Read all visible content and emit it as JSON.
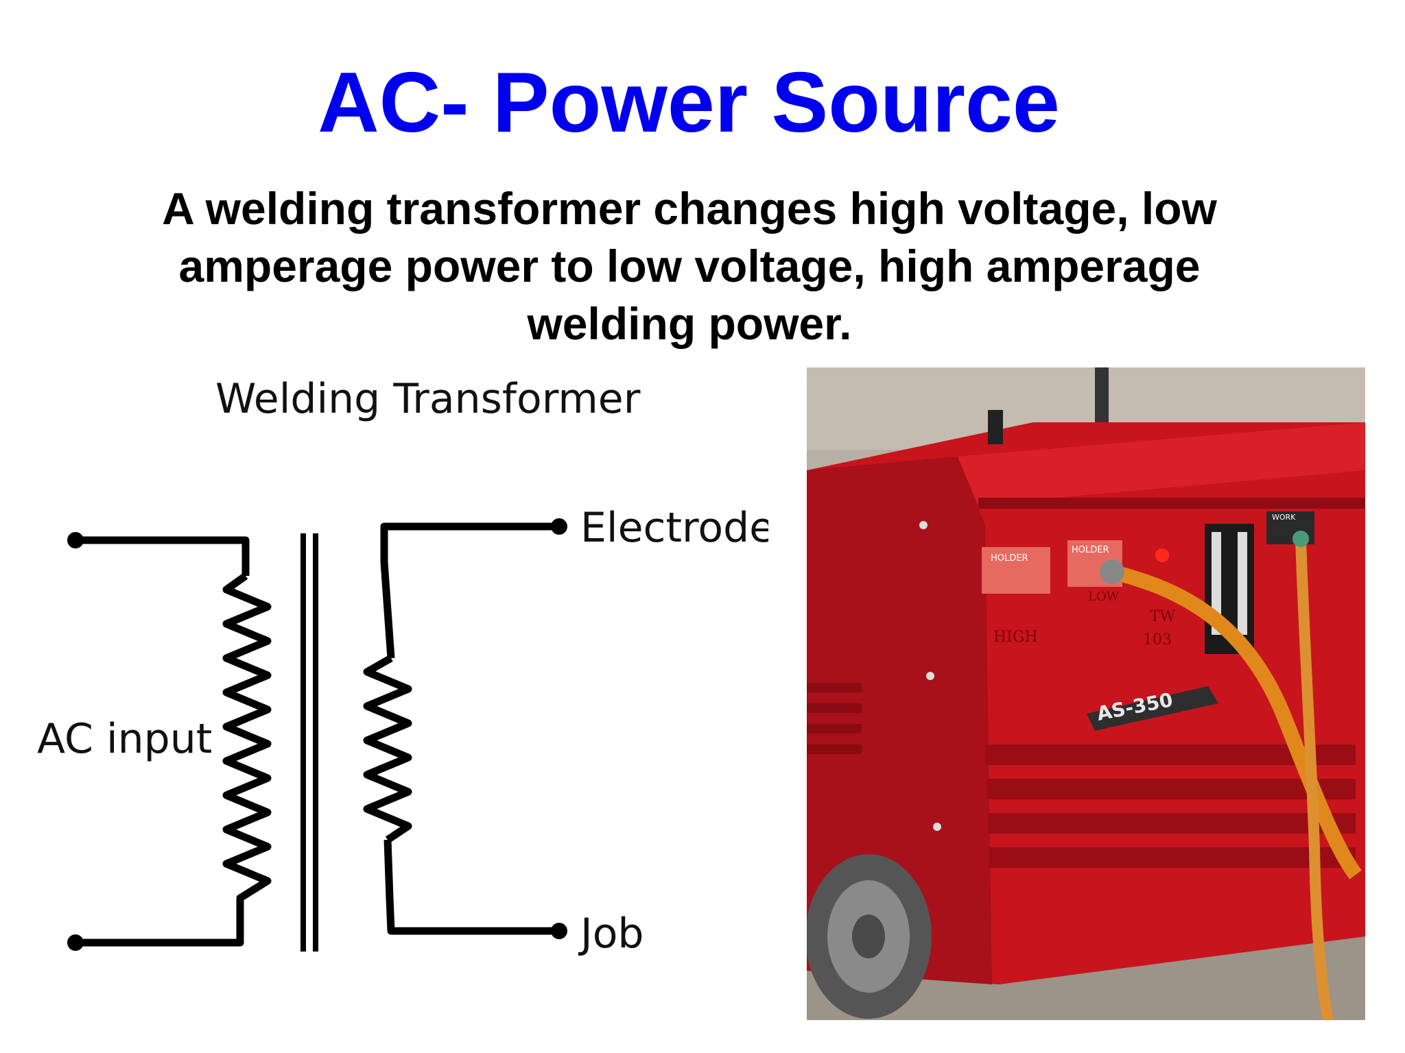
{
  "slide": {
    "title": "AC- Power Source",
    "body": "A welding transformer changes high voltage, low amperage power to low voltage, high amperage welding power."
  },
  "diagram": {
    "title": "Welding Transformer",
    "input_label": "AC input",
    "electrode_label": "Electrode",
    "job_label": "Job"
  },
  "photo": {
    "badge_text": "AS-350",
    "panel_label_holder_1": "HOLDER",
    "panel_label_holder_2": "HOLDER",
    "panel_label_work": "WORK",
    "panel_label_low": "LOW",
    "panel_label_high": "HIGH",
    "panel_label_tw": "TW",
    "panel_label_code": "103",
    "colors": {
      "machine_body": "#c8141c",
      "machine_shadow": "#8e0c12",
      "cable_orange": "#e0881c",
      "background_wall": "#b8b0a4"
    }
  },
  "colors": {
    "title": "#0000ee",
    "body_text": "#000000",
    "diagram_lines": "#000000"
  }
}
